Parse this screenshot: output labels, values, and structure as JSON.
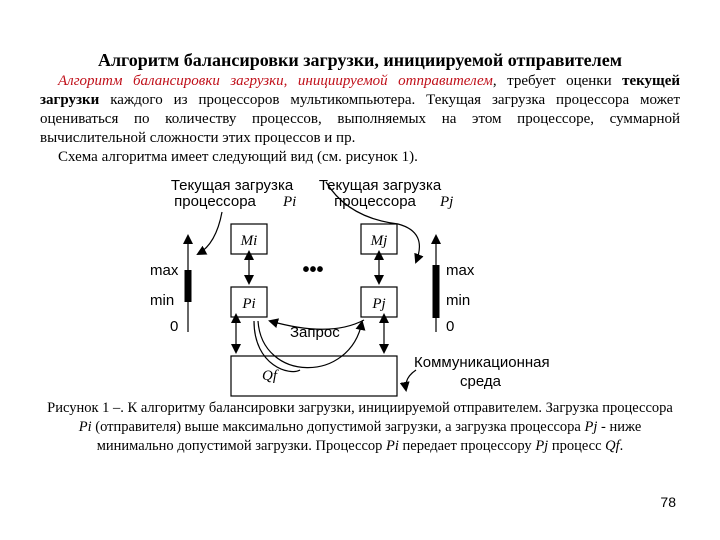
{
  "title": "Алгоритм балансировки загрузки, инициируемой отправителем",
  "para1": {
    "term": "Алгоритм балансировки загрузки, инициируемой отправителем",
    "t1": ", требует оценки ",
    "bold": "текущей загрузки",
    "t2": " каждого из процессоров мультикомпьютера. Текущая загрузка процессора может оцениваться по количеству процессов, выполняемых на этом процессоре, суммарной вычислительной сложности этих процессов и пр."
  },
  "para2": "Схема алгоритма имеет следующий вид (см. рисунок 1).",
  "diagram": {
    "load_label_l1": "Текущая загрузка",
    "load_label_l2": "процессора",
    "pi": "Pi",
    "pj": "Pj",
    "mi": "Mi",
    "mj": "Mj",
    "dots": "•••",
    "max": "max",
    "min": "min",
    "zero": "0",
    "request": "Запрос",
    "qf": "Qf",
    "comm_l1": "Коммуникационная",
    "comm_l2": "среда"
  },
  "caption": {
    "lead": "Рисунок 1 –.",
    "t1": " К алгоритму балансировки загрузки, инициируемой отправителем. Загрузка процессора ",
    "pi": "Pi",
    "t2": " (отправителя) выше максимально допустимой загрузки, а загрузка процессора ",
    "pj": "Pj",
    "t3": " - ниже минимально допустимой загрузки. Процессор ",
    "pi2": "Pi",
    "t4": " передает процессору ",
    "pj2": "Pj",
    "t5": " процесс ",
    "qf": "Qf",
    "t6": "."
  },
  "page_number": "78"
}
